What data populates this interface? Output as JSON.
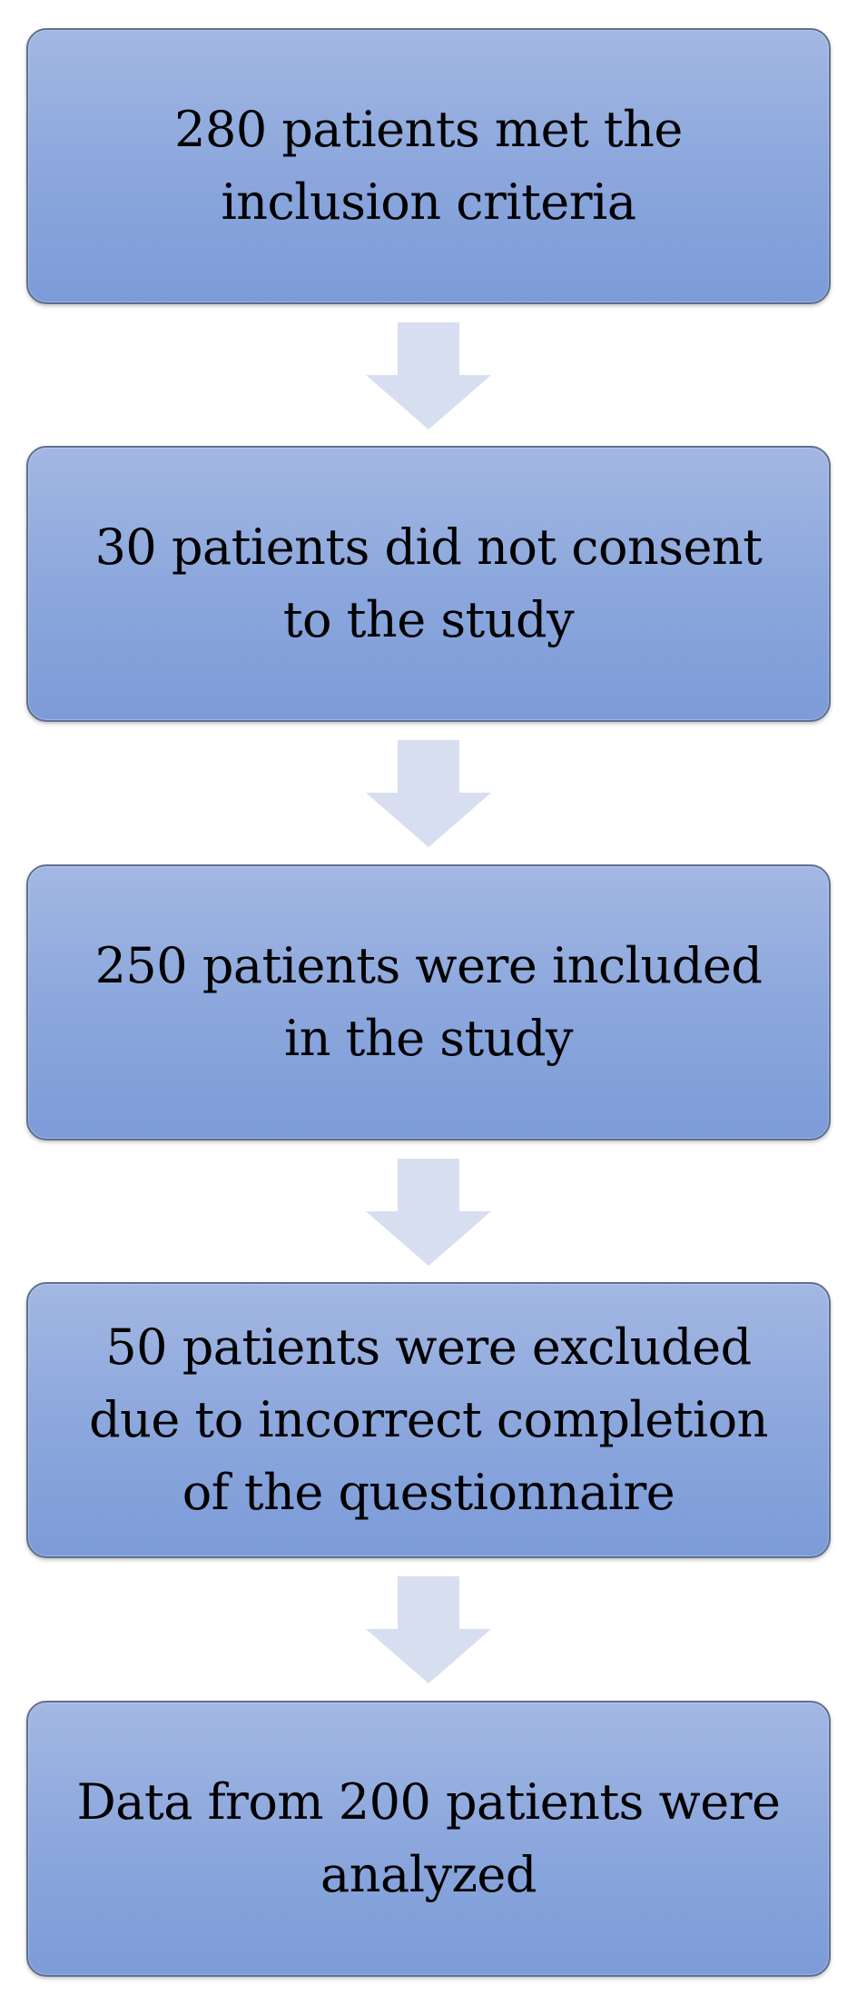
{
  "flowchart": {
    "steps": [
      {
        "text": "280 patients met the\ninclusion criteria"
      },
      {
        "text": "30 patients did not consent\nto the study"
      },
      {
        "text": "250 patients were included\nin the study"
      },
      {
        "text": "50 patients were excluded\ndue to incorrect completion\nof the questionnaire"
      },
      {
        "text": "Data from 200 patients were\nanalyzed"
      }
    ],
    "box_color": "#8aa6dc",
    "box_border_color": "#5e6f8e",
    "arrow_color": "#d7def0",
    "arrow_icon": "down-arrow-icon"
  }
}
